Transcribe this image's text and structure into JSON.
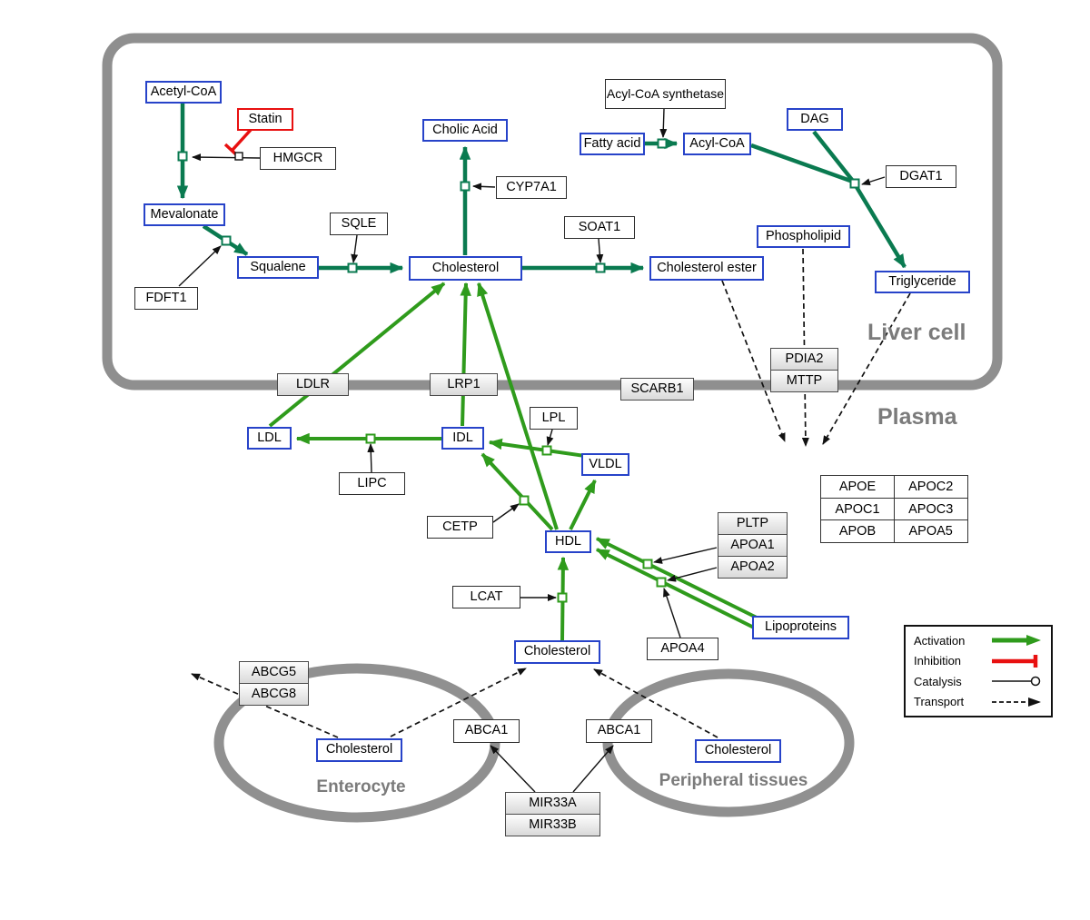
{
  "colors": {
    "activation_green": "#2f9b1c",
    "metabolic_green": "#0a7a50",
    "inhibition_red": "#e81010",
    "metabolite_border": "#2743c9",
    "membrane_gray": "#8f8f8f"
  },
  "regions": {
    "liver": "Liver cell",
    "plasma": "Plasma",
    "enterocyte": "Enterocyte",
    "peripheral": "Peripheral tissues"
  },
  "legend": {
    "activation": "Activation",
    "inhibition": "Inhibition",
    "catalysis": "Catalysis",
    "transport": "Transport"
  },
  "nodes": {
    "acetyl_coa": "Acetyl-CoA",
    "statin": "Statin",
    "hmgcr": "HMGCR",
    "mevalonate": "Mevalonate",
    "fdft1": "FDFT1",
    "squalene": "Squalene",
    "sqle": "SQLE",
    "cholic_acid": "Cholic Acid",
    "cyp7a1": "CYP7A1",
    "cholesterol_liver": "Cholesterol",
    "soat1": "SOAT1",
    "cholesterol_ester": "Cholesterol ester",
    "fatty_acid": "Fatty acid",
    "acyl_coa_synthetase": "Acyl-CoA synthetase",
    "acyl_coa": "Acyl-CoA",
    "dag": "DAG",
    "dgat1": "DGAT1",
    "phospholipid": "Phospholipid",
    "triglyceride": "Triglyceride",
    "ldlr": "LDLR",
    "lrp1": "LRP1",
    "scarb1": "SCARB1",
    "pdia2": "PDIA2",
    "mttp": "MTTP",
    "ldl": "LDL",
    "idl": "IDL",
    "lipc": "LIPC",
    "lpl": "LPL",
    "vldl": "VLDL",
    "cetp": "CETP",
    "hdl": "HDL",
    "pltp": "PLTP",
    "apoa1": "APOA1",
    "apoa2": "APOA2",
    "lcat": "LCAT",
    "apoa4": "APOA4",
    "lipoproteins": "Lipoproteins",
    "cholesterol_plasma": "Cholesterol",
    "abcg5": "ABCG5",
    "abcg8": "ABCG8",
    "cholesterol_enterocyte": "Cholesterol",
    "abca1_left": "ABCA1",
    "abca1_right": "ABCA1",
    "cholesterol_peripheral": "Cholesterol",
    "mir33a": "MIR33A",
    "mir33b": "MIR33B"
  },
  "apo_table": {
    "rows": [
      [
        "APOE",
        "APOC2"
      ],
      [
        "APOC1",
        "APOC3"
      ],
      [
        "APOB",
        "APOA5"
      ]
    ]
  }
}
